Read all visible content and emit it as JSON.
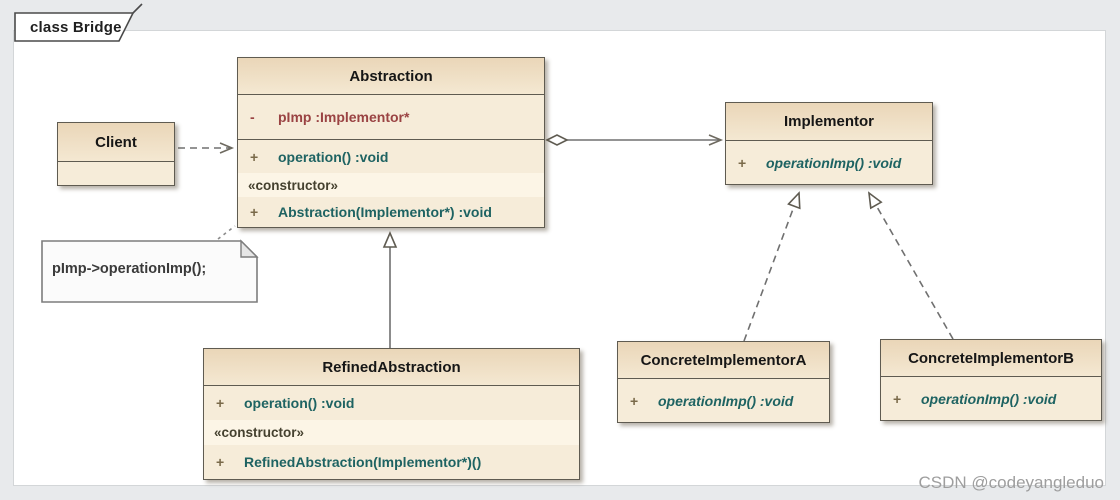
{
  "frame": {
    "label": "class Bridge"
  },
  "classes": {
    "client": {
      "name": "Client"
    },
    "abstraction": {
      "name": "Abstraction",
      "attributes": [
        {
          "sign": "-",
          "text": "pImp :Implementor*"
        }
      ],
      "operations": [
        {
          "sign": "+",
          "text": "operation() :void"
        }
      ],
      "stereotype": "«constructor»",
      "constructors": [
        {
          "sign": "+",
          "text": "Abstraction(Implementor*) :void"
        }
      ]
    },
    "implementor": {
      "name": "Implementor",
      "operations": [
        {
          "sign": "+",
          "text": "operationImp() :void"
        }
      ]
    },
    "refined": {
      "name": "RefinedAbstraction",
      "operations": [
        {
          "sign": "+",
          "text": "operation() :void"
        }
      ],
      "stereotype": "«constructor»",
      "constructors": [
        {
          "sign": "+",
          "text": "RefinedAbstraction(Implementor*)()"
        }
      ]
    },
    "concreteA": {
      "name": "ConcreteImplementorA",
      "operations": [
        {
          "sign": "+",
          "text": "operationImp() :void"
        }
      ]
    },
    "concreteB": {
      "name": "ConcreteImplementorB",
      "operations": [
        {
          "sign": "+",
          "text": "operationImp() :void"
        }
      ]
    }
  },
  "note": {
    "text": "pImp->operationImp();"
  },
  "watermark": {
    "text": "CSDN @codeyangleduo"
  },
  "relationships": [
    {
      "from": "Client",
      "to": "Abstraction",
      "type": "dependency",
      "line": "dashed",
      "head": "open-arrow"
    },
    {
      "from": "Abstraction",
      "to": "Implementor",
      "type": "aggregation",
      "line": "solid",
      "tail": "hollow-diamond",
      "head": "open-arrow"
    },
    {
      "from": "RefinedAbstraction",
      "to": "Abstraction",
      "type": "generalization",
      "line": "solid",
      "head": "hollow-triangle"
    },
    {
      "from": "ConcreteImplementorA",
      "to": "Implementor",
      "type": "realization",
      "line": "dashed",
      "head": "hollow-triangle"
    },
    {
      "from": "ConcreteImplementorB",
      "to": "Implementor",
      "type": "realization",
      "line": "dashed",
      "head": "hollow-triangle"
    },
    {
      "from": "note",
      "to": "Abstraction",
      "type": "note-link",
      "line": "dashed"
    }
  ],
  "colors": {
    "box_fill": "#f6ecd9",
    "box_header": "#ead6b8",
    "box_border": "#5f5b51",
    "attribute_text": "#9a4343",
    "operation_text": "#1e6362",
    "connector": "#707070",
    "canvas": "#ffffff",
    "page_background": "#e8eaec"
  }
}
